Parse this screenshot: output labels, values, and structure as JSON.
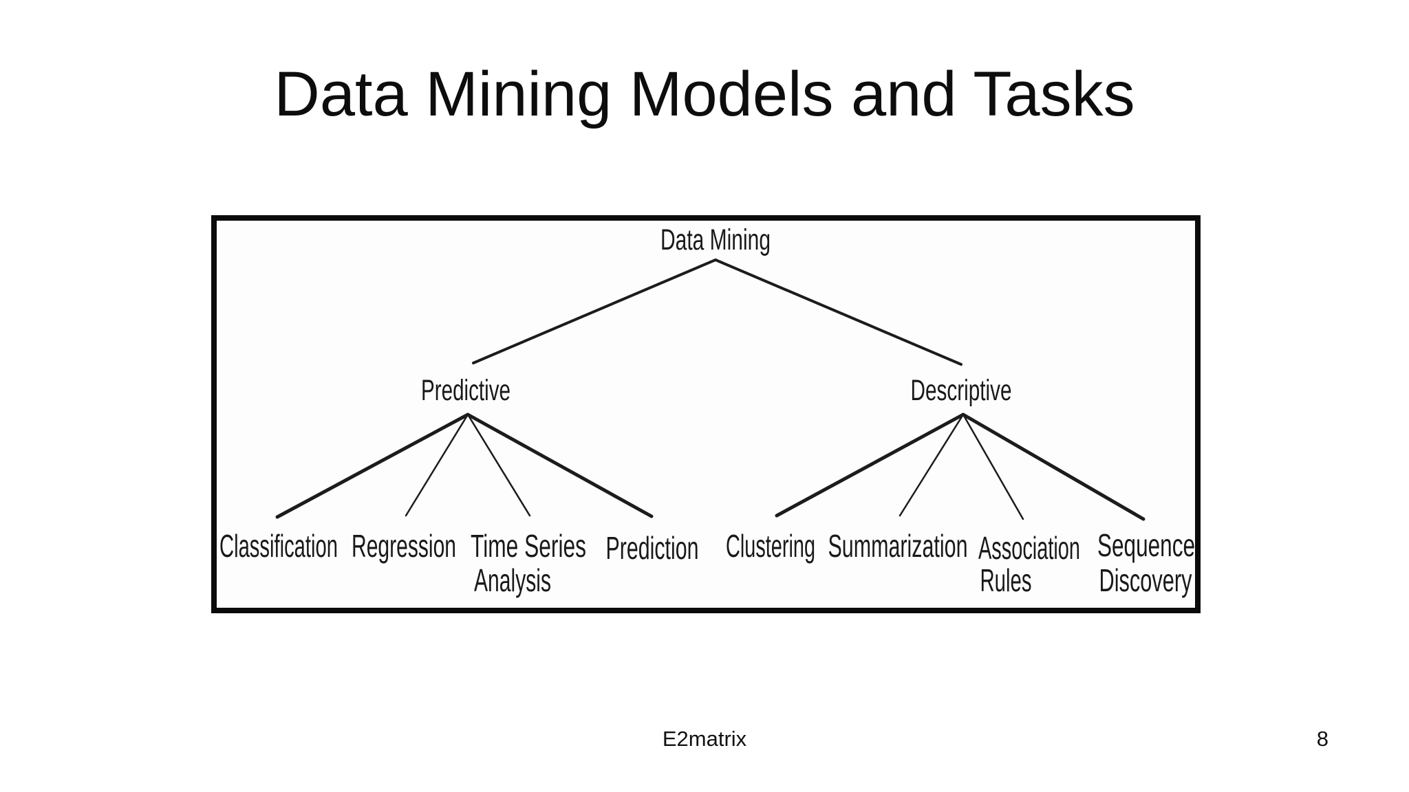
{
  "slide": {
    "title": "Data Mining Models and Tasks",
    "footer": "E2matrix",
    "page_number": "8"
  },
  "tree": {
    "root": "Data Mining",
    "left_branch": {
      "node": "Predictive",
      "leaves": {
        "classification": "Classification",
        "regression": "Regression",
        "time_series_line1": "Time Series",
        "time_series_line2": "Analysis",
        "prediction": "Prediction"
      }
    },
    "right_branch": {
      "node": "Descriptive",
      "leaves": {
        "clustering": "Clustering",
        "summarization": "Summarization",
        "association_line1": "Association",
        "association_line2": "Rules",
        "sequence_line1": "Sequence",
        "sequence_line2": "Discovery"
      }
    }
  },
  "colors": {
    "background": "#ffffff",
    "text": "#191919",
    "line": "#1c1c1c",
    "frame_border": "#0b0b0b"
  }
}
